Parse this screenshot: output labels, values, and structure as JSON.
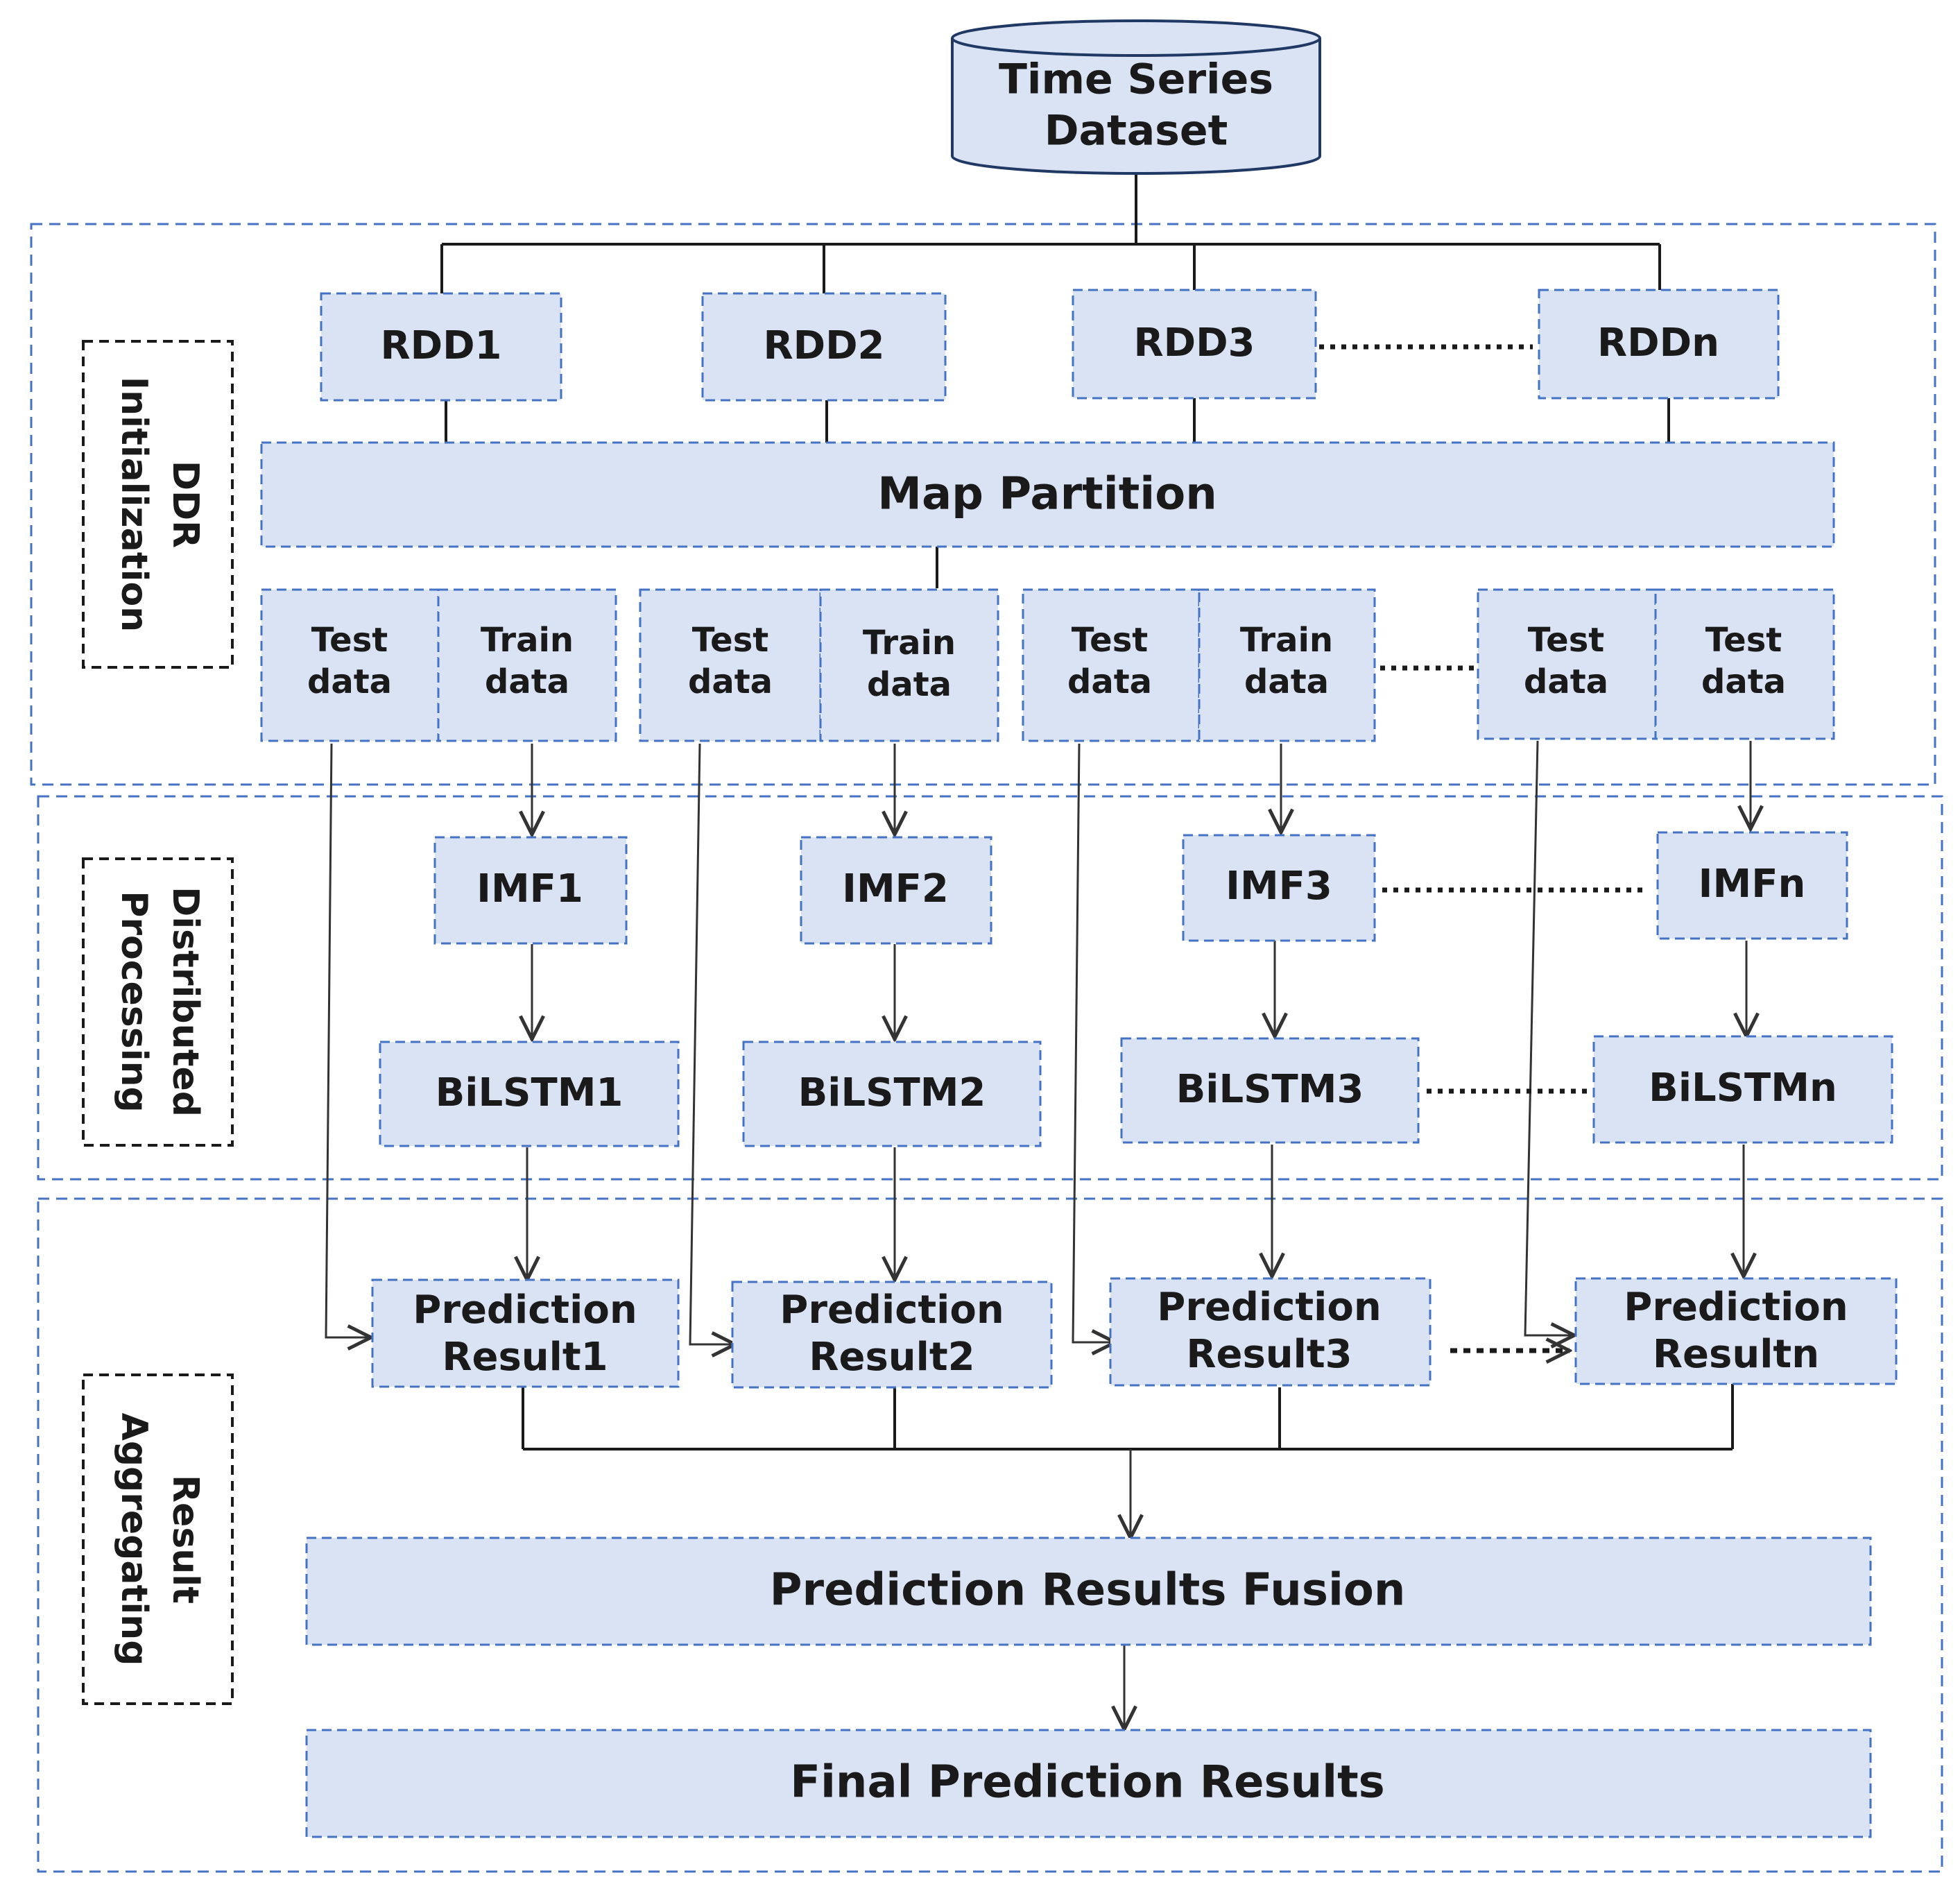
{
  "dataset": {
    "line1": "Time Series",
    "line2": "Dataset"
  },
  "stages": {
    "ddr": {
      "line1": "DDR",
      "line2": "Initialization"
    },
    "distributed": {
      "line1": "Distributed",
      "line2": "Processing"
    },
    "result": {
      "line1": "Result",
      "line2": "Aggregating"
    }
  },
  "rdd": [
    "RDD1",
    "RDD2",
    "RDD3",
    "RDDn"
  ],
  "map_partition": "Map Partition",
  "data_pairs": [
    {
      "a1": "Test",
      "a2": "data",
      "b1": "Train",
      "b2": "data"
    },
    {
      "a1": "Test",
      "a2": "data",
      "b1": "Train",
      "b2": "data"
    },
    {
      "a1": "Test",
      "a2": "data",
      "b1": "Train",
      "b2": "data"
    },
    {
      "a1": "Test",
      "a2": "data",
      "b1": "Test",
      "b2": "data"
    }
  ],
  "imf": [
    "IMF1",
    "IMF2",
    "IMF3",
    "IMFn"
  ],
  "bilstm": [
    "BiLSTM1",
    "BiLSTM2",
    "BiLSTM3",
    "BiLSTMn"
  ],
  "prediction": [
    {
      "line1": "Prediction",
      "line2": "Result1"
    },
    {
      "line1": "Prediction",
      "line2": "Result2"
    },
    {
      "line1": "Prediction",
      "line2": "Result3"
    },
    {
      "line1": "Prediction",
      "line2": "Resultn"
    }
  ],
  "fusion": "Prediction Results Fusion",
  "final": "Final Prediction Results",
  "colors": {
    "box_fill": "#dae3f3",
    "box_stroke": "#4472c4",
    "line": "#1a1a1a"
  }
}
